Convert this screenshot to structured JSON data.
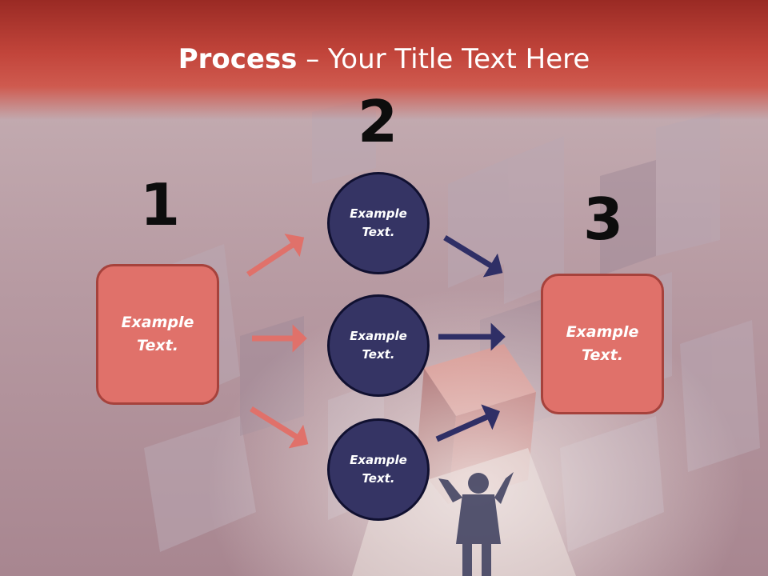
{
  "slide": {
    "title_bold": "Process",
    "title_rest": " – Your Title Text Here",
    "step_numbers": [
      "1",
      "2",
      "3"
    ],
    "left_box_text": "Example\nText.",
    "right_box_text": "Example\nText.",
    "circles": [
      {
        "text": "Example\nText."
      },
      {
        "text": "Example\nText."
      },
      {
        "text": "Example\nText."
      }
    ]
  },
  "colors": {
    "banner": "#c2453b",
    "box_fill": "#e0716a",
    "box_border": "#a6423c",
    "circle_fill": "#353464",
    "left_arrows": "#e0716a",
    "right_arrows": "#2f2f66"
  },
  "icons": [
    "arrow-icon"
  ]
}
